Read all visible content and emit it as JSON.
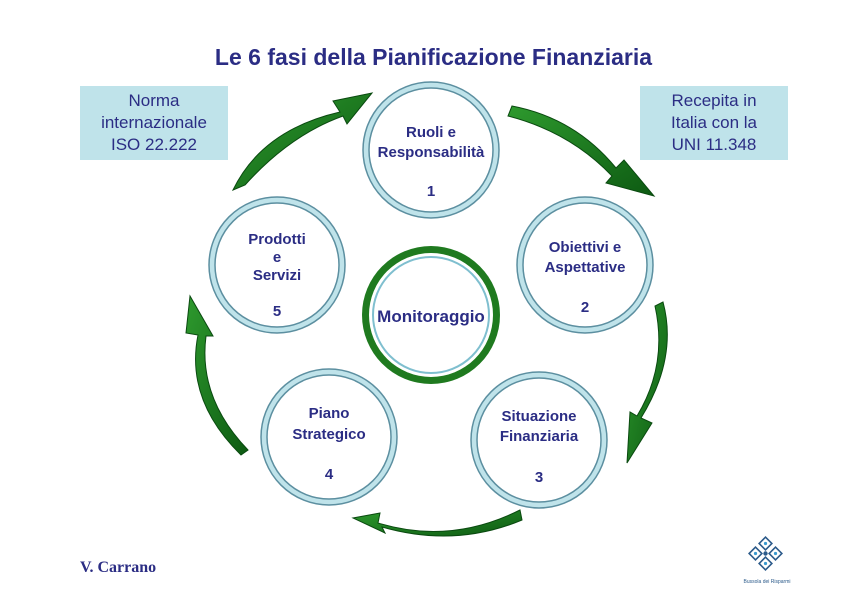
{
  "title": "Le 6 fasi della Pianificazione Finanziaria",
  "note_left": [
    "Norma",
    "internazionale",
    "ISO 22.222"
  ],
  "note_right": [
    "Recepita in",
    "Italia con la",
    "UNI 11.348"
  ],
  "center": "Monitoraggio",
  "phases": [
    {
      "lines": [
        "Ruoli e",
        "Responsabilità"
      ],
      "number": "1"
    },
    {
      "lines": [
        "Obiettivi e",
        "Aspettative"
      ],
      "number": "2"
    },
    {
      "lines": [
        "Situazione",
        "Finanziaria"
      ],
      "number": "3"
    },
    {
      "lines": [
        "Piano",
        "Strategico"
      ],
      "number": "4"
    },
    {
      "lines": [
        "Prodotti",
        "e",
        "Servizi"
      ],
      "number": "5"
    }
  ],
  "author": "V. Carrano",
  "logo_text": "Bussola dei Risparmi",
  "colors": {
    "title": "#2b2d84",
    "note_bg": "#bfe3ea",
    "arrow": "#1f7a1f",
    "circle_ring": "#bfe3ea"
  }
}
